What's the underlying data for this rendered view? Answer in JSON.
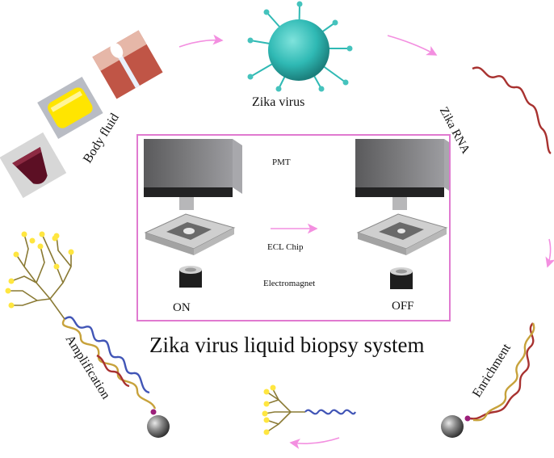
{
  "title": "Zika virus liquid biopsy system",
  "labels": {
    "zika_virus": "Zika virus",
    "zika_rna": "Zika RNA",
    "body_fluid": "Body fluid",
    "amplification": "Amplification",
    "enrichment": "Enrichment"
  },
  "device": {
    "pmt": "PMT",
    "ecl_chip": "ECL Chip",
    "electromagnet": "Electromagnet",
    "state_on": "ON",
    "state_off": "OFF"
  },
  "colors": {
    "arrow": "#f38fe0",
    "frame": "#e07ad0",
    "virus": "#2fb9b4",
    "rna": "#a83230",
    "dna_strand_a": "#4155b6",
    "dna_strand_b": "#c7a23b",
    "probe_yellow": "#ffe640",
    "probe_stem": "#8a7a34",
    "pmt_dark": "#3a3a3c",
    "bead": "#5a5a5a"
  }
}
